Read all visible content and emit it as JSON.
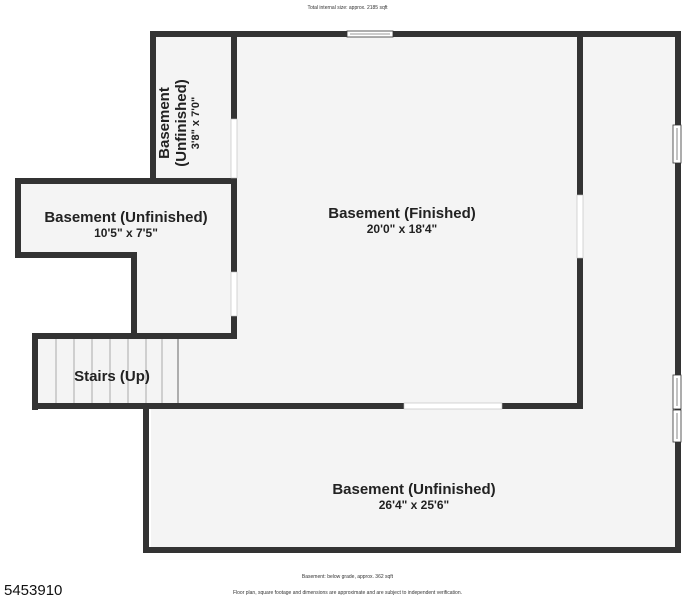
{
  "header": {
    "total_size": "Total internal size: approx. 2185 sqft"
  },
  "rooms": {
    "closet": {
      "name_line1": "Basement",
      "name_line2": "(Unfinished)",
      "dims": "3'8\" x 7'0\""
    },
    "west": {
      "name": "Basement (Unfinished)",
      "dims": "10'5\" x 7'5\""
    },
    "finished": {
      "name": "Basement (Finished)",
      "dims": "20'0\" x 18'4\""
    },
    "stairs": {
      "name": "Stairs (Up)"
    },
    "main": {
      "name": "Basement (Unfinished)",
      "dims": "26'4\" x 25'6\""
    }
  },
  "footer": {
    "grade_note": "Basement: below grade, approx. 362 sqft",
    "disclaimer": "Floor plan, square footage and dimensions are approximate and are subject to independent verification."
  },
  "listing_id": "5453910",
  "colors": {
    "wall": "#333333",
    "floor": "#f4f4f4",
    "window": "#ffffff"
  }
}
